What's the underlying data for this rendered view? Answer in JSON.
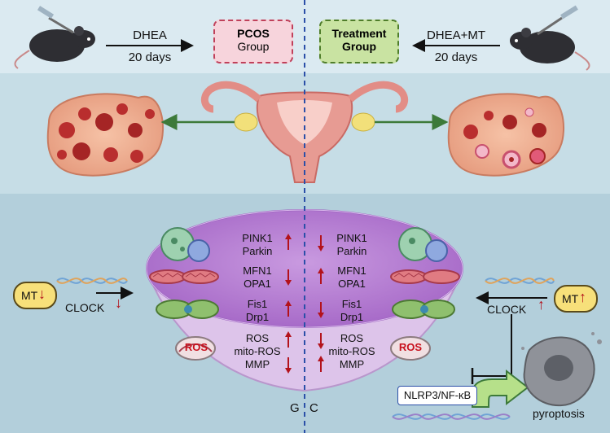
{
  "top": {
    "left_treatment": "DHEA",
    "left_duration": "20 days",
    "right_treatment": "DHEA+MT",
    "right_duration": "20 days",
    "pcos_title": "PCOS",
    "pcos_subtitle": "Group",
    "treatment_title": "Treatment",
    "treatment_subtitle": "Group"
  },
  "left_regulation": {
    "mt_label": "MT",
    "clock_label": "CLOCK"
  },
  "right_regulation": {
    "mt_label": "MT",
    "clock_label": "CLOCK"
  },
  "left_genes": [
    {
      "line1": "PINK1",
      "line2": "Parkin"
    },
    {
      "line1": "MFN1",
      "line2": "OPA1"
    },
    {
      "line1": "Fis1",
      "line2": "Drp1"
    },
    {
      "line1": "ROS",
      "line2": "mito-ROS",
      "line3": "MMP"
    }
  ],
  "right_genes": [
    {
      "line1": "PINK1",
      "line2": "Parkin"
    },
    {
      "line1": "MFN1",
      "line2": "OPA1"
    },
    {
      "line1": "Fis1",
      "line2": "Drp1"
    },
    {
      "line1": "ROS",
      "line2": "mito-ROS",
      "line3": "MMP"
    }
  ],
  "ros_badge": "ROS",
  "cell_label_left": "G",
  "cell_label_right": "C",
  "pathway_label": "NLRP3/NF-κB",
  "outcome_label": "pyroptosis",
  "colors": {
    "up_arrow": "#b3121b",
    "pcos_box_fill": "#f7d4dc",
    "pcos_box_border": "#c0405a",
    "treatment_box_fill": "#c9e3a2",
    "treatment_box_border": "#4f7d2a",
    "cell_fill": "#b57fcf",
    "divider": "#2b4fa8"
  }
}
